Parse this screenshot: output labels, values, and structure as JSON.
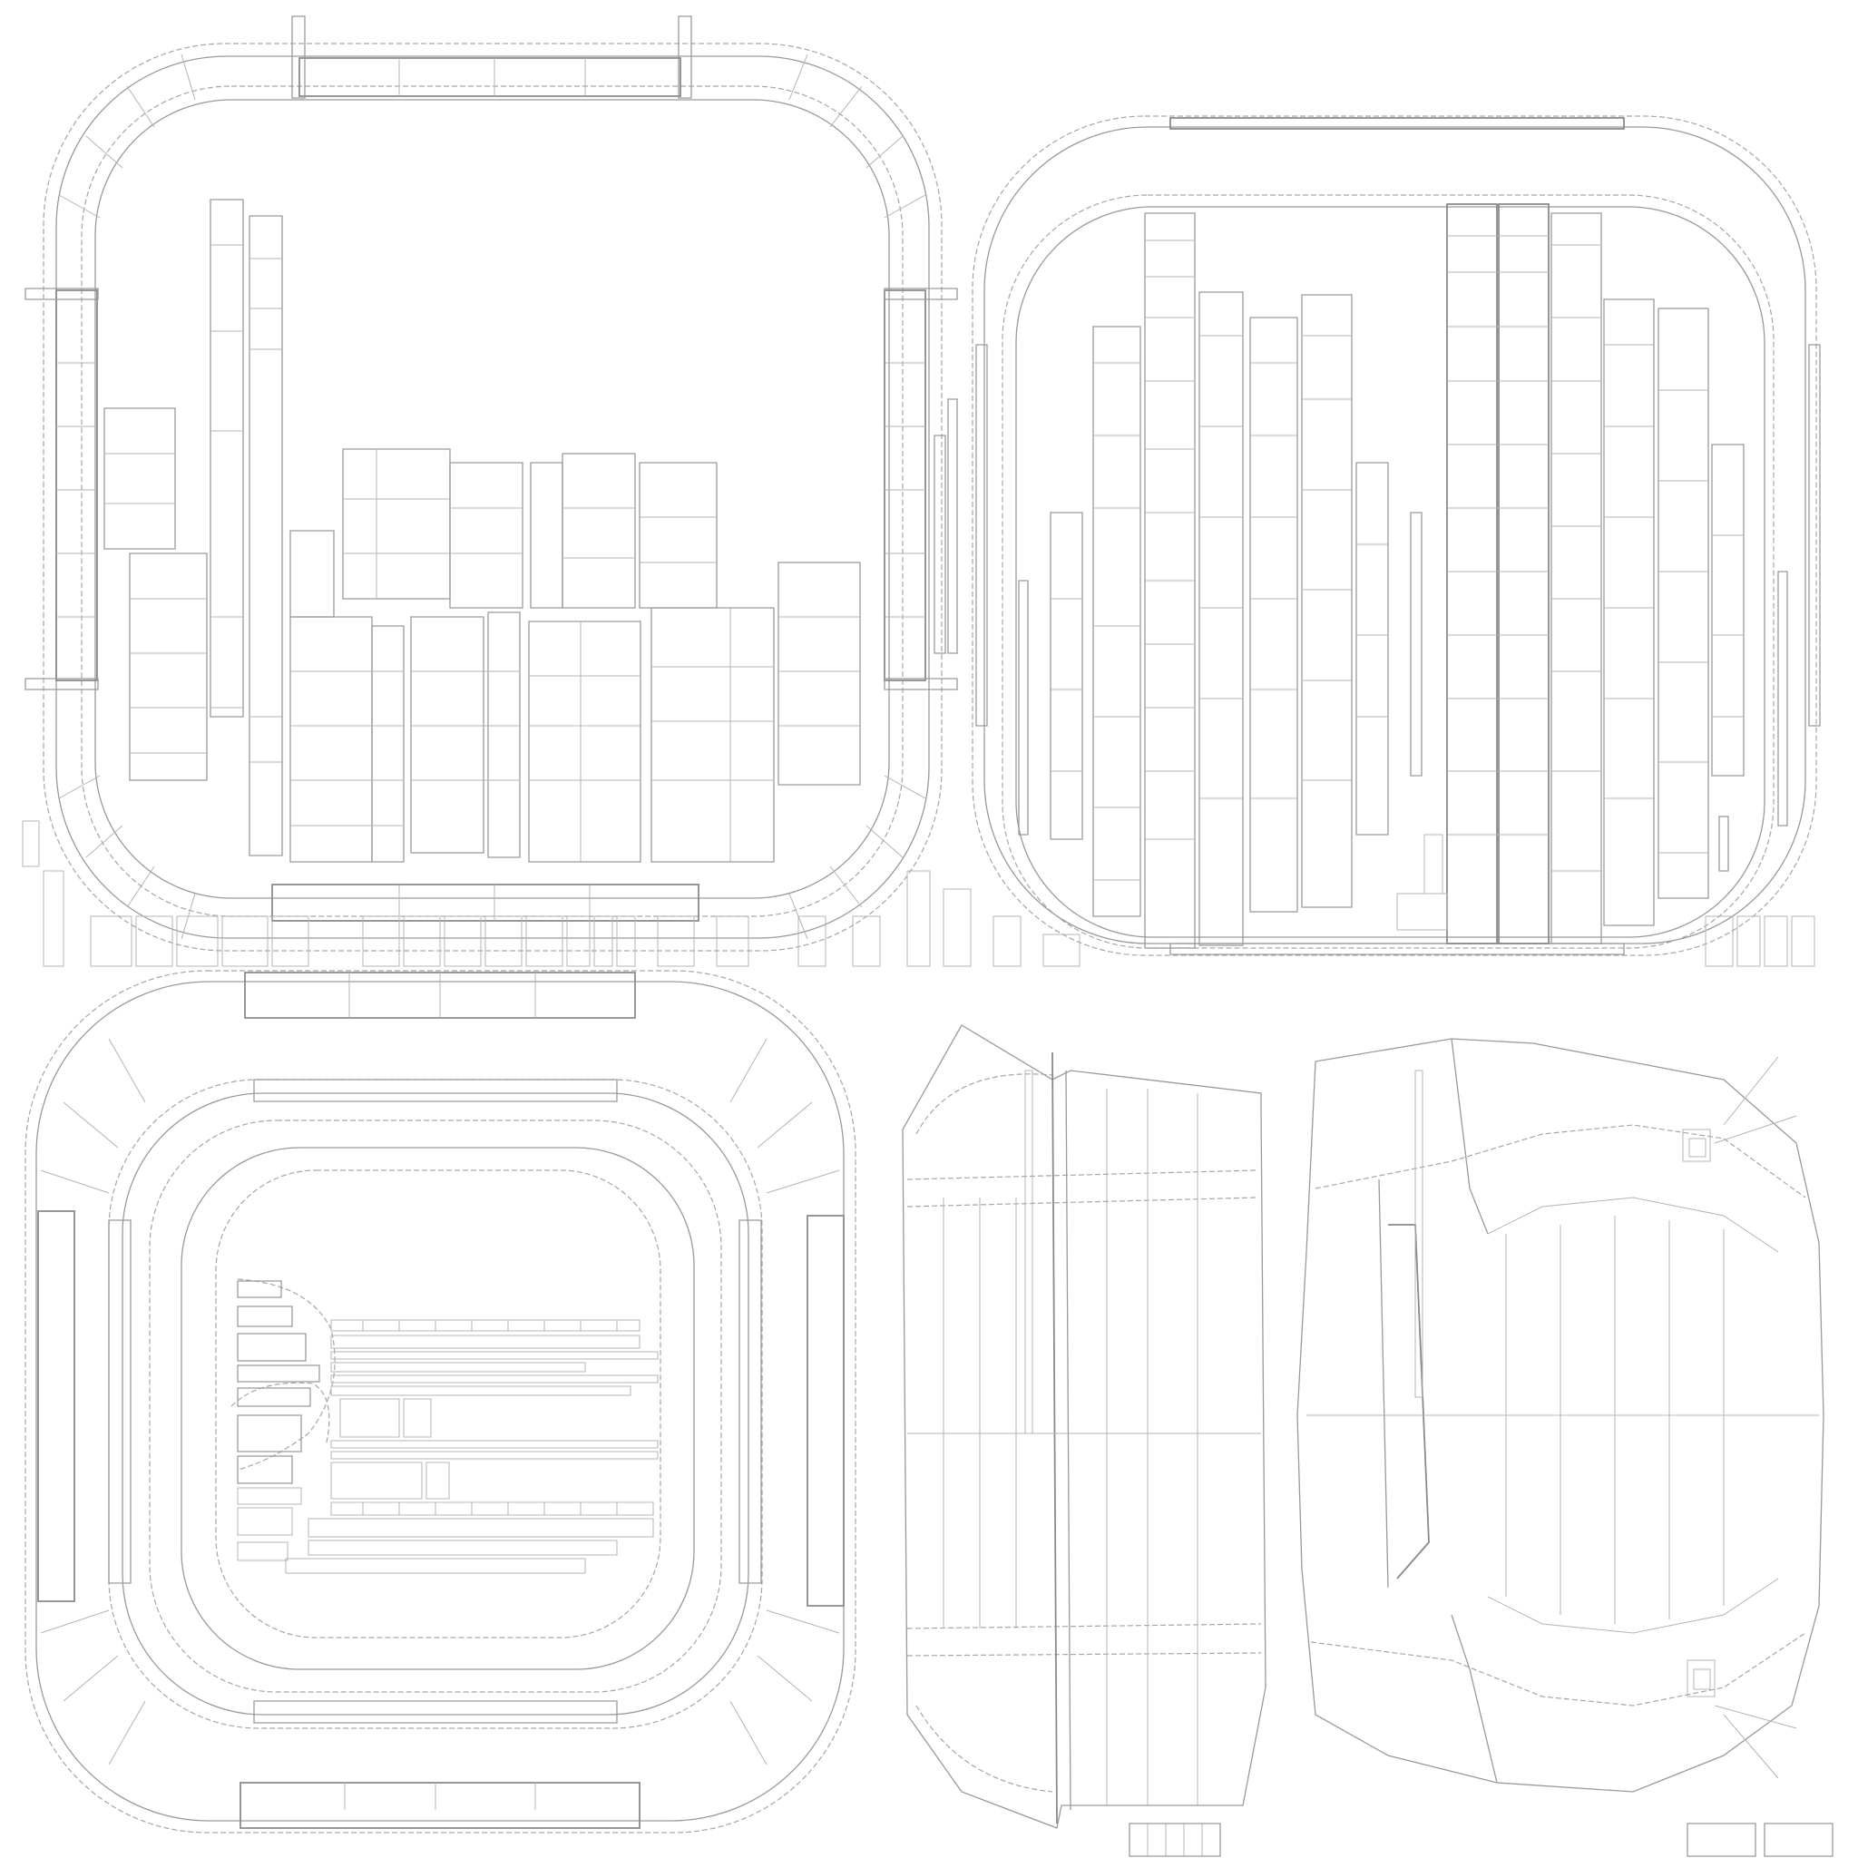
{
  "view": {
    "background_color": "#ffffff",
    "wire_color": "#9a9a9a"
  },
  "islands": [
    {
      "name": "uv-island-top-left"
    },
    {
      "name": "uv-island-top-right"
    },
    {
      "name": "uv-island-bottom-left"
    },
    {
      "name": "uv-island-bottom-middle"
    },
    {
      "name": "uv-island-bottom-right"
    },
    {
      "name": "uv-island-small-strips"
    }
  ]
}
